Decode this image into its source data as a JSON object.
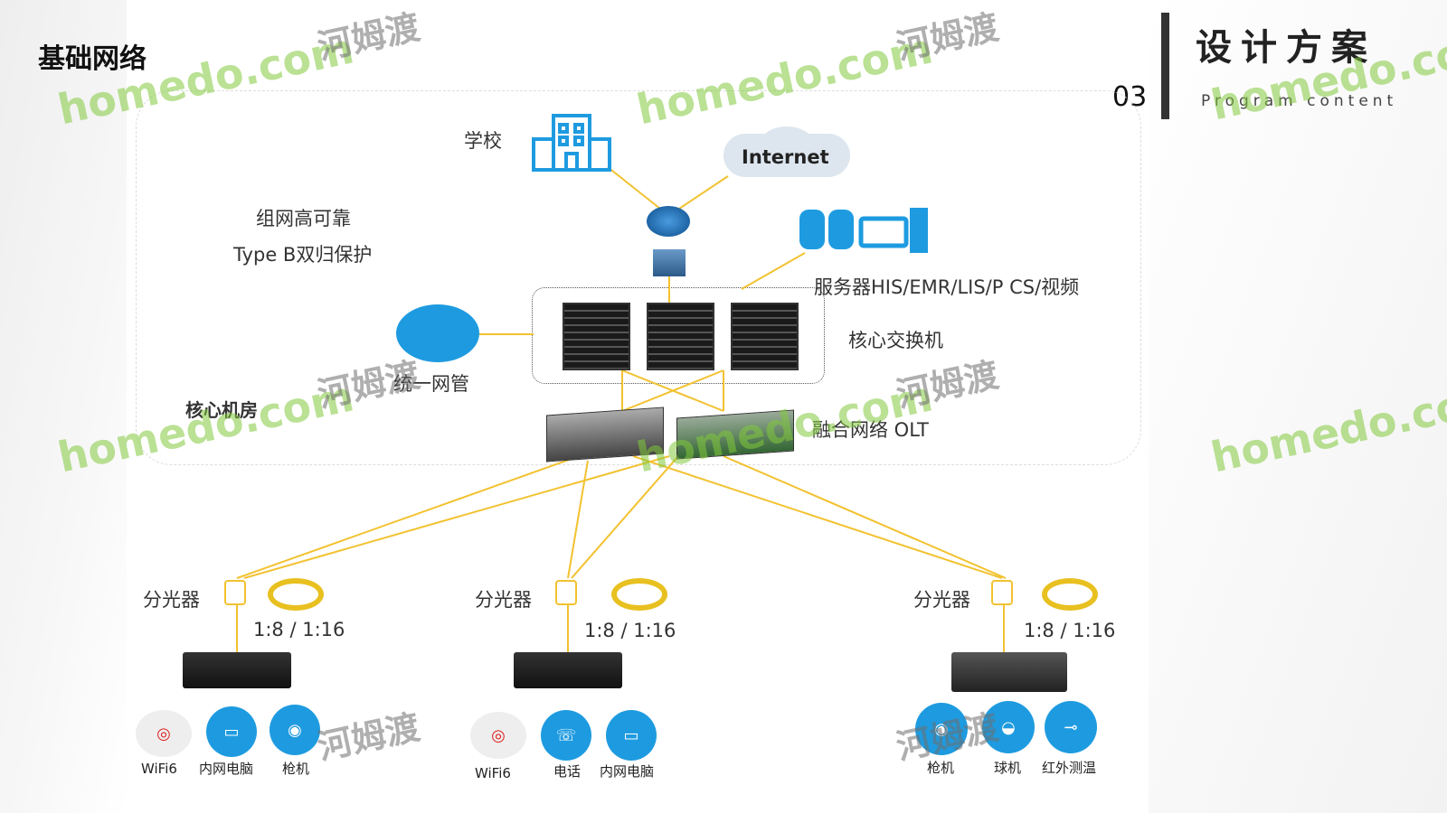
{
  "header": {
    "title": "基础网络",
    "section_title": "设计方案",
    "section_number": "03",
    "section_subtitle": "Program content"
  },
  "diagram": {
    "school": "学校",
    "internet": "Internet",
    "reliability_line1": "组网高可靠",
    "reliability_line2": "Type B双归保护",
    "servers": "服务器HIS/EMR/LIS/P CS/视频",
    "core_switch": "核心交换机",
    "nms": "统一网管",
    "core_room": "核心机房",
    "olt": "融合网络  OLT",
    "branches": [
      {
        "splitter": "分光器",
        "ratio": "1:8  /  1:16",
        "devices": [
          "WiFi6",
          "内网电脑",
          "枪机"
        ]
      },
      {
        "splitter": "分光器",
        "ratio": "1:8  /  1:16",
        "devices": [
          "WiFi6",
          "电话",
          "内网电脑"
        ]
      },
      {
        "splitter": "分光器",
        "ratio": "1:8  /  1:16",
        "devices": [
          "枪机",
          "球机",
          "红外测温"
        ]
      }
    ]
  },
  "watermark": {
    "text": "homedo.com",
    "cn": "河姆渡"
  },
  "colors": {
    "link": "#f2c230",
    "icon_blue": "#1e9be0",
    "text": "#333333"
  }
}
